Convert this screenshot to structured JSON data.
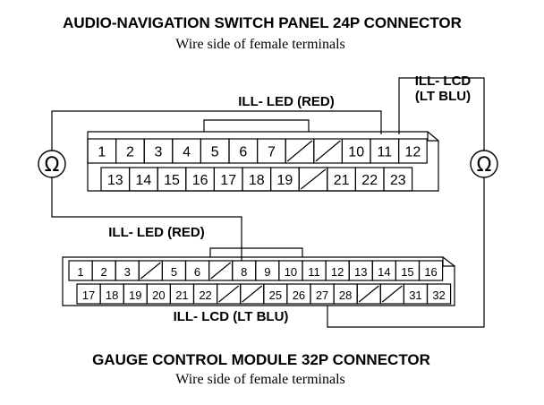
{
  "top_connector": {
    "title": "AUDIO-NAVIGATION SWITCH PANEL 24P CONNECTOR",
    "subtitle": "Wire side of female terminals",
    "rows": [
      [
        "1",
        "2",
        "3",
        "4",
        "5",
        "6",
        "7",
        "",
        "",
        "10",
        "11",
        "12"
      ],
      [
        "13",
        "14",
        "15",
        "16",
        "17",
        "18",
        "19",
        "",
        "21",
        "22",
        "23"
      ]
    ],
    "label_led": "ILL- LED (RED)",
    "label_lcd_line1": "ILL- LCD",
    "label_lcd_line2": "(LT BLU)"
  },
  "bottom_connector": {
    "title": "GAUGE CONTROL MODULE 32P CONNECTOR",
    "subtitle": "Wire side of female terminals",
    "rows": [
      [
        "1",
        "2",
        "3",
        "",
        "5",
        "6",
        "",
        "8",
        "9",
        "10",
        "11",
        "12",
        "13",
        "14",
        "15",
        "16"
      ],
      [
        "17",
        "18",
        "19",
        "20",
        "21",
        "22",
        "",
        "",
        "25",
        "26",
        "27",
        "28",
        "",
        "",
        "31",
        "32"
      ]
    ],
    "label_led": "ILL- LED (RED)",
    "label_lcd": "ILL- LCD (LT BLU)"
  },
  "meters": {
    "left_symbol": "Ω",
    "right_symbol": "Ω"
  }
}
